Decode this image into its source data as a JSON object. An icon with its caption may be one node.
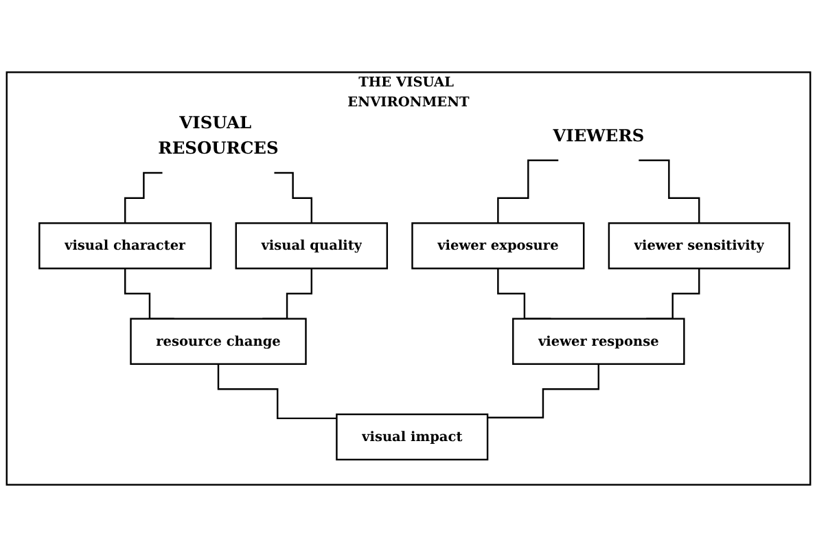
{
  "diagram": {
    "nodes": [
      {
        "text": [
          "THE VISUAL ENVIRONMENT"
        ]
      },
      {
        "text": [
          "VISUAL RESOURCES"
        ],
        "in": 0
      },
      {
        "text": [
          "VIEWERS"
        ],
        "in": 0
      },
      {
        "text": [
          "visual character"
        ],
        "in": 0
      },
      {
        "text": [
          "visual quality"
        ],
        "in": 0
      },
      {
        "text": [
          "viewer exposure"
        ],
        "in": 0
      },
      {
        "text": [
          "viewer sensitivity"
        ],
        "in": 0
      },
      {
        "text": [
          "resource change"
        ],
        "in": 0
      },
      {
        "text": [
          "viewer response"
        ],
        "in": 0
      },
      {
        "text": [
          "visual impact"
        ],
        "in": 0
      }
    ],
    "edges": [
      {
        "from": 1,
        "to": 3,
        "arrow": "none"
      },
      {
        "from": 1,
        "to": 4,
        "arrow": "none"
      },
      {
        "from": 2,
        "to": 5,
        "arrow": "none"
      },
      {
        "from": 2,
        "to": 6,
        "arrow": "none"
      },
      {
        "from": 3,
        "to": 7,
        "arrow": "none"
      },
      {
        "from": 4,
        "to": 7,
        "arrow": "none"
      },
      {
        "from": 5,
        "to": 8,
        "arrow": "none"
      },
      {
        "from": 6,
        "to": 8,
        "arrow": "none"
      },
      {
        "from": 7,
        "to": 9,
        "arrow": "none"
      },
      {
        "from": 8,
        "to": 9,
        "arrow": "none"
      }
    ]
  }
}
